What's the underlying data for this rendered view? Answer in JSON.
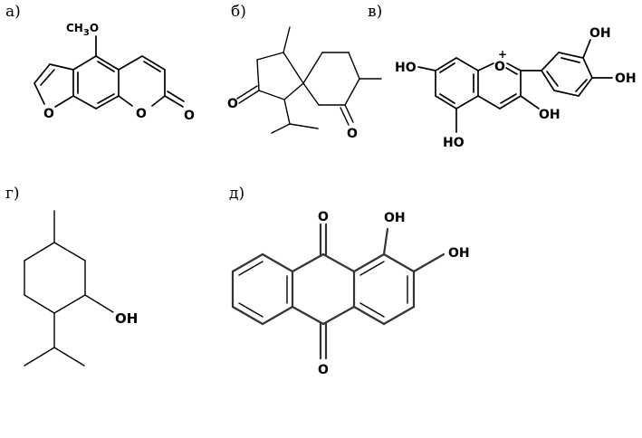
{
  "panels": {
    "a": {
      "caption": "а)",
      "methoxy_text": "CH",
      "methoxy_sub": "3",
      "methoxy_o": "O",
      "furan_o": "O",
      "pyran_o": "O",
      "carbonyl_o": "O"
    },
    "b": {
      "caption": "б)",
      "ketone_left_o": "O",
      "ketone_right_o": "O"
    },
    "c": {
      "caption": "в)",
      "oxonium_o": "O",
      "oxonium_charge": "+",
      "oh_left": "HO",
      "oh_bottom_left": "HO",
      "oh_ring_c": "OH",
      "oh_top_right": "OH",
      "oh_right": "OH"
    },
    "d": {
      "caption": "г)",
      "oh": "OH"
    },
    "e": {
      "caption": "д)",
      "oh_top": "OH",
      "oh_right": "OH",
      "carbonyl_top_o": "O",
      "carbonyl_bottom_o": "O"
    }
  }
}
